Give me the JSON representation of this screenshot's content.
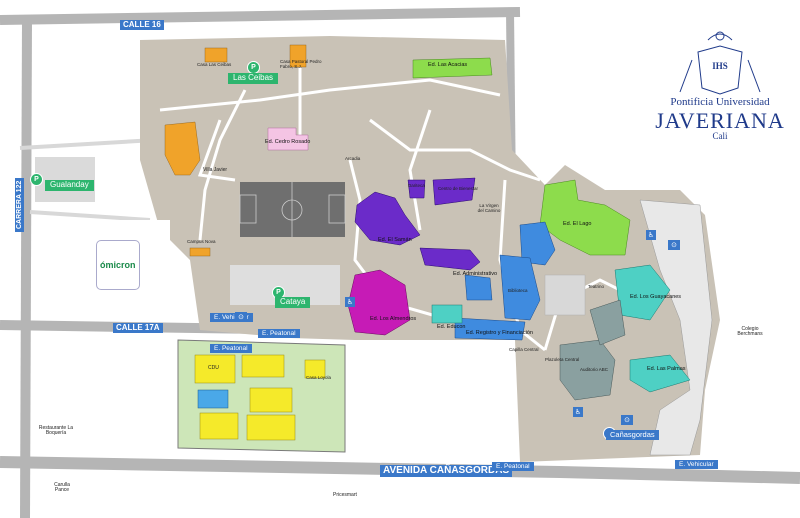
{
  "roads": {
    "calle16": "CALLE 16",
    "carrera122": "CARRERA 122",
    "calle17a": "CALLE 17A",
    "avenida": "AVENIDA CAÑASGORDAS"
  },
  "parking": {
    "symbol": "P",
    "las_ceibas": "Las Ceibas",
    "gualanday": "Gualanday",
    "cataya": "Cataya",
    "canasgordas": "Cañasgordas"
  },
  "entrances": {
    "vehicular_west": "E. Vehicular",
    "peatonal_west": "E. Peatonal",
    "peatonal_south_field": "E. Peatonal",
    "peatonal_south": "E. Peatonal",
    "vehicular_south": "E. Vehicular"
  },
  "buildings": {
    "las_acacias": "Ed. Las Acacias",
    "cedro_rosado": "Ed. Cedro Rosado",
    "el_saman": "Ed. El Samán",
    "administrativo": "Ed. Administrativo",
    "el_lago": "Ed. El Lago",
    "los_almendros": "Ed. Los Almendros",
    "educon": "Ed. Educon",
    "registro": "Ed. Registro y Financiación",
    "los_guayacanes": "Ed. Los Guayacanes",
    "las_palmas": "Ed. Las Palmas"
  },
  "places": {
    "casa_las_ceibas": "Casa Las Ceibas",
    "casa_pastoral": "Casa Pastoral Pedro Fabro, S.J.",
    "villa_javier": "Villa Javier",
    "arcadia": "Arcadia",
    "dariteca": "Dariteca",
    "centro_bienestar": "Centro de Bienestar",
    "virgen_camino": "La Virgen del Camino",
    "campus_nova": "Campus Nova",
    "biblioteca": "Biblioteca",
    "teatrino": "Teatrino",
    "capilla_central": "Capilla Central",
    "plazoleta_central": "Plazoleta Central",
    "auditorio_abc": "Auditorio ABC",
    "cdu": "CDU",
    "casa_loyola": "Casa Loyola",
    "colegio_berchmans": "Colegio Berchmans",
    "restaurante": "Restaurante La Boquería",
    "carulla": "Carulla Pance",
    "pricesmart": "Pricesmart"
  },
  "logo": {
    "seal": "IHS",
    "line1": "Pontificia Universidad",
    "line2": "JAVERIANA",
    "line3": "Cali"
  },
  "omicron": "ómicron",
  "colors": {
    "campus": "#c9c2b6",
    "road": "#b5b5b5",
    "road_label": "#3a78c9",
    "parking": "#2db56e",
    "orange": "#f0a32a",
    "green": "#8ddc4c",
    "purple": "#6b2bc9",
    "magenta": "#c61bb6",
    "blue": "#3f8bdf",
    "teal": "#4ed0c4",
    "yellow": "#f5ea2a",
    "sports": "#cde6b8"
  }
}
